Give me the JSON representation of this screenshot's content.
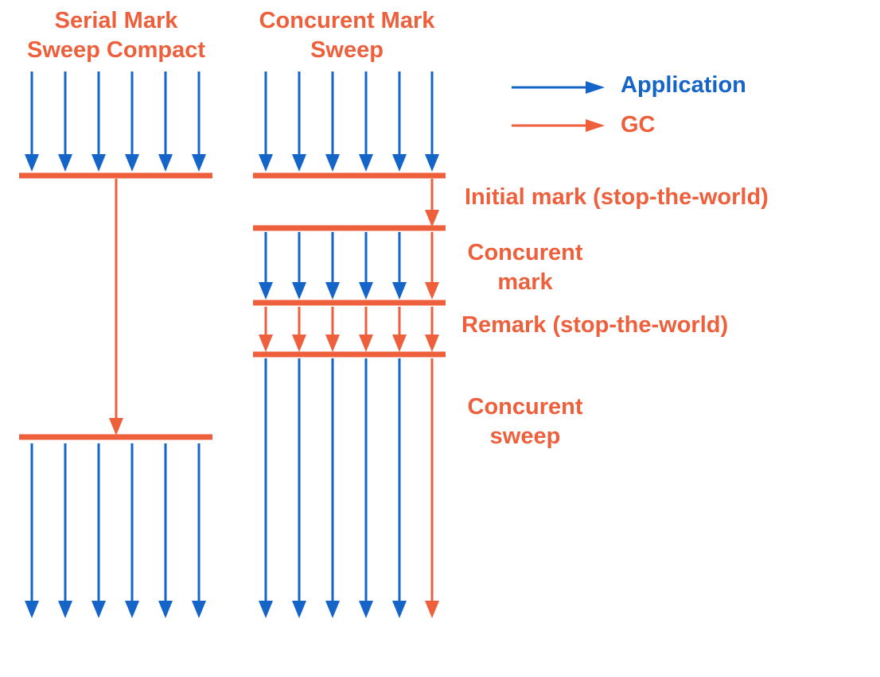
{
  "colors": {
    "application": "#1565C8",
    "gc": "#EE5F3C",
    "background": "#FFFFFF"
  },
  "titles": {
    "serial": {
      "line1": "Serial Mark",
      "line2": "Sweep Compact"
    },
    "cms": {
      "line1": "Concurent Mark",
      "line2": "Sweep"
    }
  },
  "legend": {
    "application": "Application",
    "gc": "GC"
  },
  "phases": {
    "initial_mark": "Initial mark (stop-the-world)",
    "concurrent_mark": {
      "line1": "Concurent",
      "line2": "mark"
    },
    "remark": "Remark (stop-the-world)",
    "concurrent_sweep": {
      "line1": "Concurent",
      "line2": "sweep"
    }
  }
}
